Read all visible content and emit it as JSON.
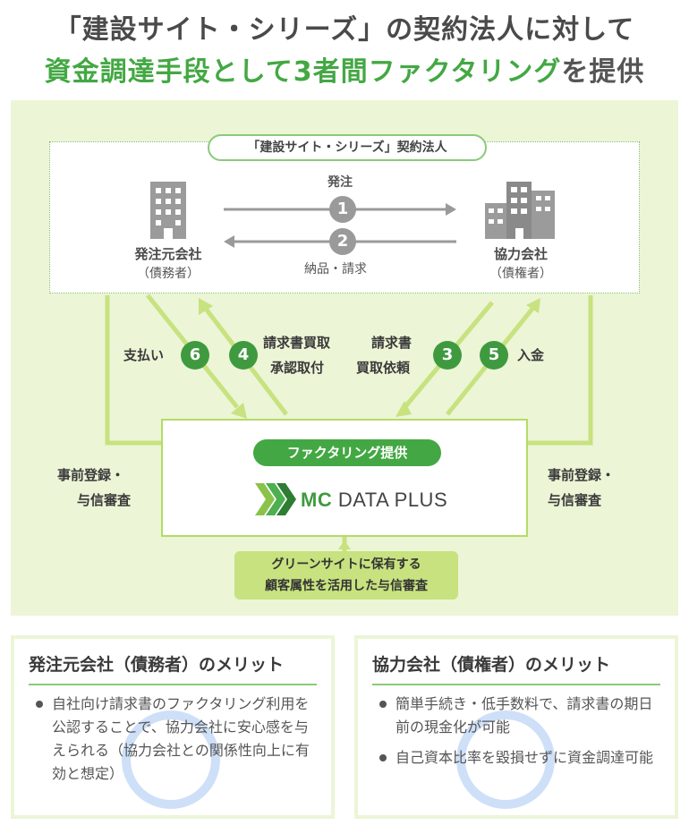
{
  "header": {
    "title_line1": "「建設サイト・シリーズ」の契約法人に対して",
    "title_line2_part1": "資金調達手段として3者間ファクタリング",
    "title_line2_part2": "を提供"
  },
  "diagram": {
    "party_group_label": "「建設サイト・シリーズ」契約法人",
    "debtor": {
      "name": "発注元会社",
      "role": "（債務者）"
    },
    "creditor": {
      "name": "協力会社",
      "role": "（債権者）"
    },
    "flow1": {
      "num": "1",
      "label": "発注"
    },
    "flow2": {
      "num": "2",
      "label": "納品・請求"
    },
    "step6": {
      "num": "6",
      "label": "支払い"
    },
    "step4": {
      "num": "4",
      "line1": "請求書買取",
      "line2": "承認取付"
    },
    "step3": {
      "num": "3",
      "line1": "請求書",
      "line2": "買取依頼"
    },
    "step5": {
      "num": "5",
      "label": "入金"
    },
    "left_check": {
      "line1": "事前登録・",
      "line2": "与信審査"
    },
    "right_check": {
      "line1": "事前登録・",
      "line2": "与信審査"
    },
    "provider_pill": "ファクタリング提供",
    "logo": {
      "mc": "MC",
      "rest": "DATA PLUS"
    },
    "note": {
      "line1": "グリーンサイトに保有する",
      "line2": "顧客属性を活用した与信審査"
    }
  },
  "merits": {
    "left": {
      "title": "発注元会社（債務者）のメリット",
      "items": [
        "自社向け請求書のファクタリング利用を公認することで、協力会社に安心感を与えられる（協力会社との関係性向上に有効と想定）"
      ]
    },
    "right": {
      "title": "協力会社（債権者）のメリット",
      "items": [
        "簡単手続き・低手数料で、請求書の期日前の現金化が可能",
        "自己資本比率を毀損せずに資金調達可能"
      ]
    }
  },
  "colors": {
    "green_dark": "#3f9a3f",
    "green_text": "#43a843",
    "lime": "#b3dc66",
    "panel_bg": "#ecf5d6",
    "note_bg": "#c7e27f"
  }
}
